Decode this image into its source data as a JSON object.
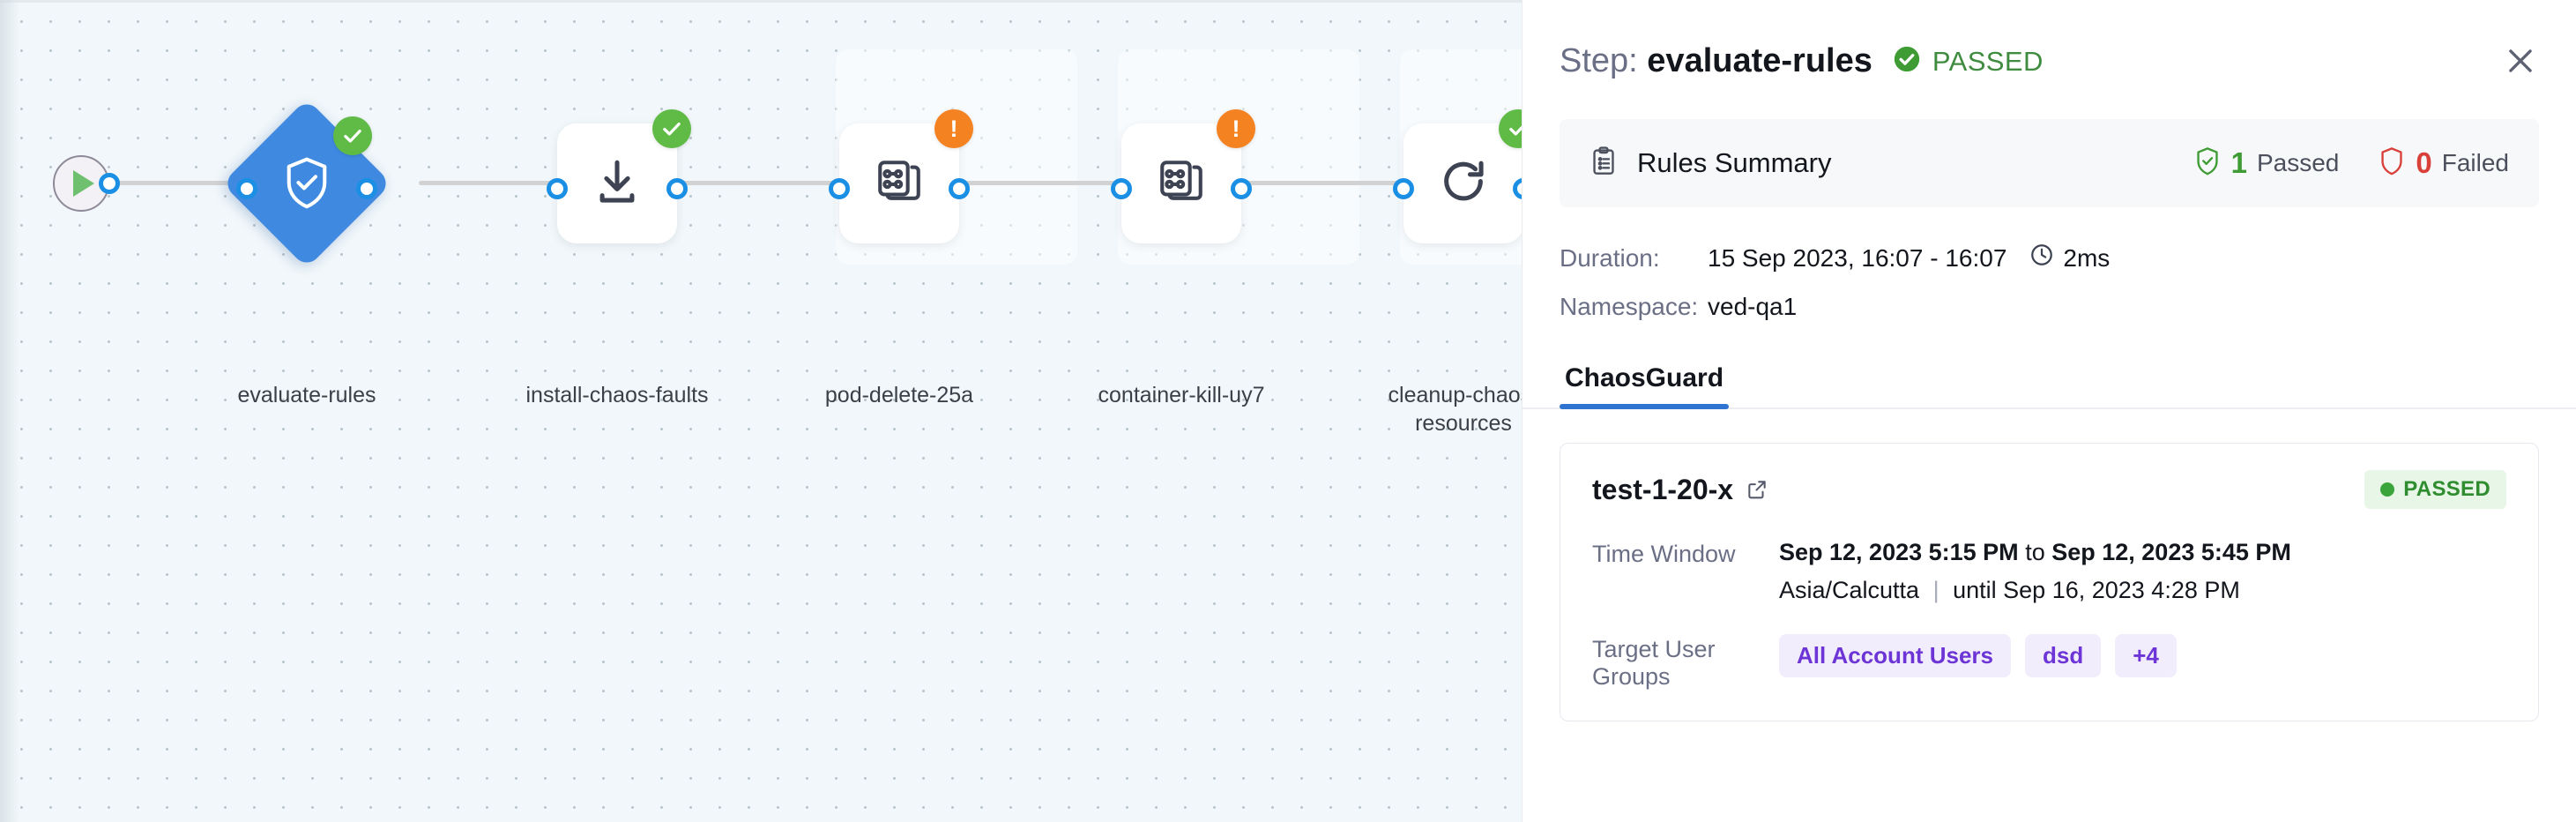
{
  "canvas": {
    "start_node": {
      "icon": "play-icon"
    },
    "nodes": [
      {
        "label": "evaluate-rules",
        "shape": "diamond",
        "icon": "shield-check-icon",
        "badge": "success"
      },
      {
        "label": "install-chaos-faults",
        "shape": "card",
        "icon": "download-icon",
        "badge": "success"
      },
      {
        "label": "pod-delete-25a",
        "shape": "card",
        "icon": "chaos-experiment-icon",
        "badge": "warning"
      },
      {
        "label": "container-kill-uy7",
        "shape": "card",
        "icon": "chaos-experiment-icon",
        "badge": "warning"
      },
      {
        "label": "cleanup-chaos-resources",
        "shape": "card",
        "icon": "refresh-icon",
        "badge": "success"
      }
    ]
  },
  "panel": {
    "header": {
      "prefix": "Step:",
      "step_name": "evaluate-rules",
      "status": "PASSED",
      "status_icon": "check-circle-icon",
      "close_icon": "close-icon"
    },
    "rules_summary": {
      "icon": "clipboard-icon",
      "title": "Rules Summary",
      "passed_count": "1",
      "passed_label": "Passed",
      "failed_count": "0",
      "failed_label": "Failed",
      "passed_icon": "shield-check-icon",
      "failed_icon": "shield-icon"
    },
    "meta": {
      "duration_label": "Duration:",
      "duration_value": "15 Sep 2023, 16:07 - 16:07",
      "duration_icon": "clock-icon",
      "duration_elapsed": "2ms",
      "namespace_label": "Namespace:",
      "namespace_value": "ved-qa1"
    },
    "tabs": [
      {
        "label": "ChaosGuard",
        "active": true
      }
    ],
    "card": {
      "title": "test-1-20-x",
      "link_icon": "external-link-icon",
      "status": "PASSED",
      "time_window_label": "Time Window",
      "time_window_start": "Sep 12, 2023 5:15 PM",
      "time_window_joiner": "to",
      "time_window_end": "Sep 12, 2023 5:45 PM",
      "timezone": "Asia/Calcutta",
      "until_text": "until Sep 16, 2023 4:28 PM",
      "target_groups_label": "Target User Groups",
      "target_groups": [
        "All Account Users",
        "dsd",
        "+4"
      ]
    }
  },
  "colors": {
    "accent_blue": "#2f74d0",
    "node_blue": "#3f8ae0",
    "success_green": "#5fbb46",
    "warning_orange": "#f58220",
    "chip_purple": "#6d35d6",
    "failed_red": "#d9403a"
  }
}
